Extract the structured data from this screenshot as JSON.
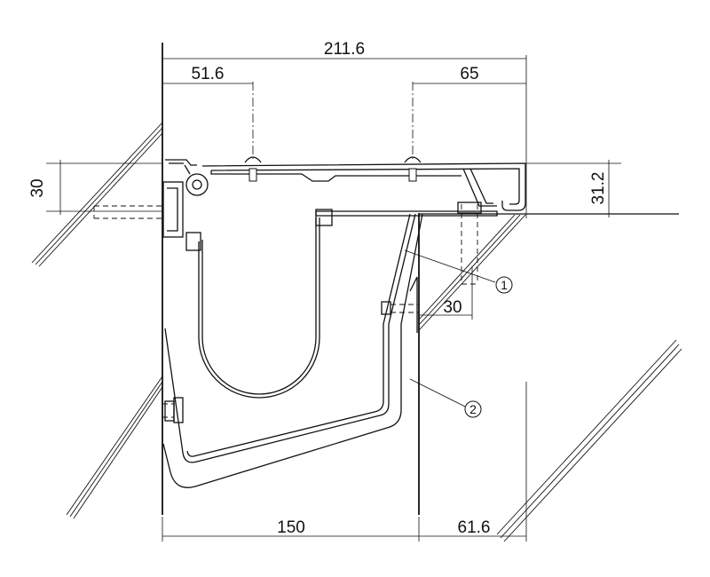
{
  "dimensions": {
    "total_width": "211.6",
    "left_offset": "51.6",
    "right_offset": "65",
    "left_height": "30",
    "right_height": "31.2",
    "bolt_offset": "30",
    "bottom_left": "150",
    "bottom_right": "61.6"
  },
  "callouts": {
    "one": "1",
    "two": "2"
  }
}
